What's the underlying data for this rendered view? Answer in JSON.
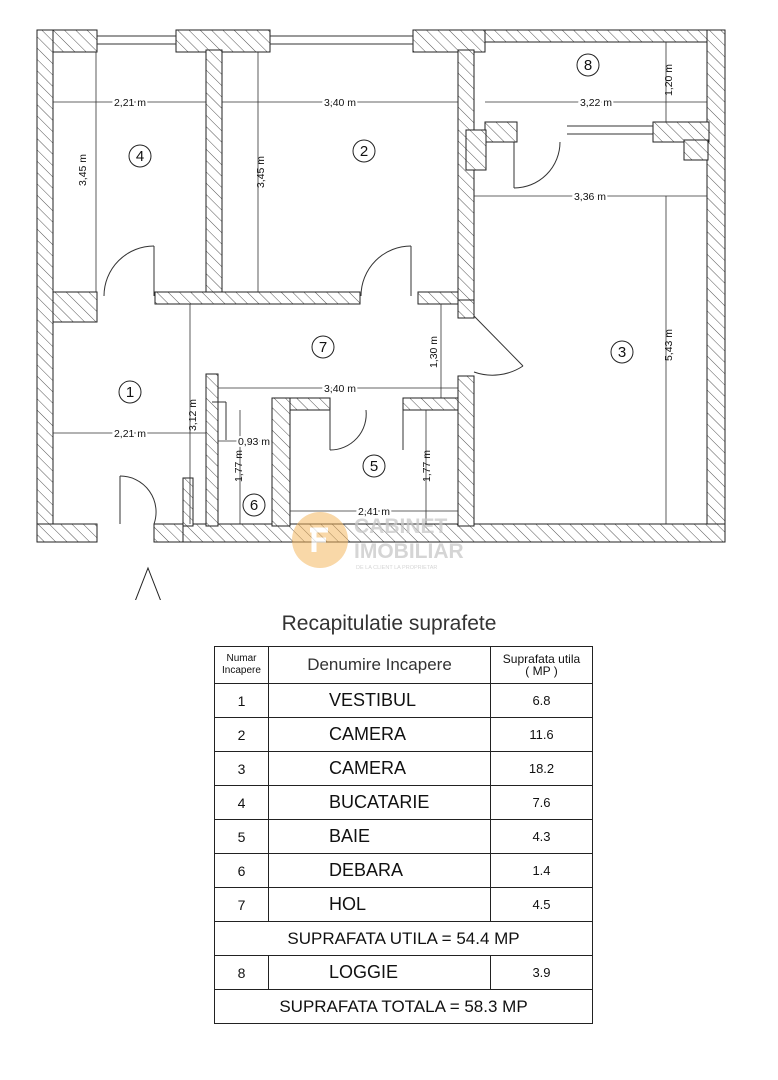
{
  "rooms": [
    {
      "id": "1",
      "name": "VESTIBUL",
      "area": "6.8"
    },
    {
      "id": "2",
      "name": "CAMERA",
      "area": "11.6"
    },
    {
      "id": "3",
      "name": "CAMERA",
      "area": "18.2"
    },
    {
      "id": "4",
      "name": "BUCATARIE",
      "area": "7.6"
    },
    {
      "id": "5",
      "name": "BAIE",
      "area": "4.3"
    },
    {
      "id": "6",
      "name": "DEBARA",
      "area": "1.4"
    },
    {
      "id": "7",
      "name": "HOL",
      "area": "4.5"
    },
    {
      "id": "8",
      "name": "LOGGIE",
      "area": "3.9"
    }
  ],
  "dimensions": {
    "r4_w": "2,21 m",
    "r4_h": "3,45 m",
    "r2_w": "3,40 m",
    "r2_h": "3,45 m",
    "r8_w": "3,22 m",
    "r8_h": "1,20 m",
    "r3_w": "3,36 m",
    "r3_h": "5,43 m",
    "r7_w": "3,40 m",
    "r7_h": "1,30 m",
    "r1_w": "2,21 m",
    "r1_h": "3,12 m",
    "r6_w": "0,93 m",
    "r6_h": "1,77 m",
    "r5_w": "2,41 m",
    "r5_h": "1,77 m"
  },
  "watermark": {
    "line1": "CABINET",
    "line2": "IMOBILIAR",
    "tagline": "DE LA CLIENT LA PROPRIETAR",
    "color": "#f2b45a"
  },
  "table": {
    "title": "Recapitulatie suprafete",
    "col_num_l1": "Numar",
    "col_num_l2": "Incapere",
    "col_name": "Denumire Incapere",
    "col_area_l1": "Suprafata utila",
    "col_area_l2": "( MP )",
    "total_useful": "SUPRAFATA UTILA = 54.4 MP",
    "total": "SUPRAFATA  TOTALA = 58.3 MP"
  },
  "entrance_arrow_icon": "arrow-up-icon"
}
